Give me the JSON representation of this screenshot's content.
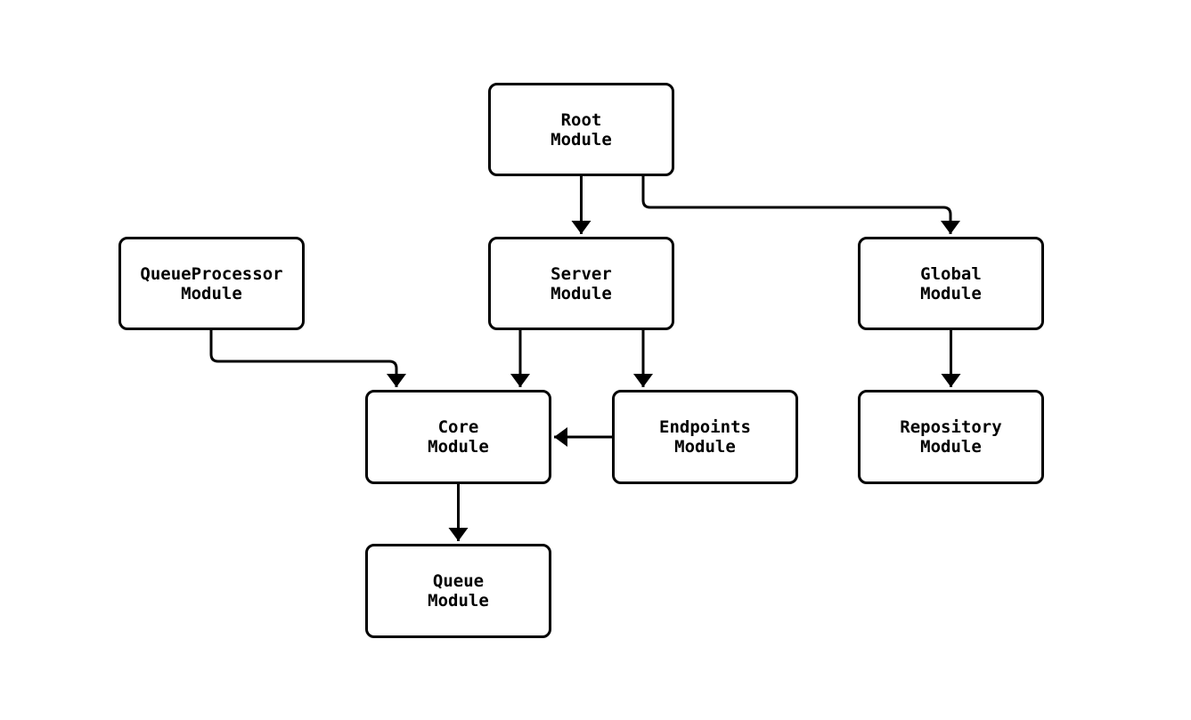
{
  "diagram": {
    "type": "flowchart",
    "background_color": "#ffffff",
    "node_fill_color": "#ffffff",
    "node_border_color": "#000000",
    "edge_color": "#000000",
    "nodes": [
      {
        "id": "root",
        "label": "Root\nModule"
      },
      {
        "id": "queueprocessor",
        "label": "QueueProcessor\nModule"
      },
      {
        "id": "server",
        "label": "Server\nModule"
      },
      {
        "id": "global",
        "label": "Global\nModule"
      },
      {
        "id": "core",
        "label": "Core\nModule"
      },
      {
        "id": "endpoints",
        "label": "Endpoints\nModule"
      },
      {
        "id": "repository",
        "label": "Repository\nModule"
      },
      {
        "id": "queue",
        "label": "Queue\nModule"
      }
    ],
    "edges": [
      {
        "from": "Root Module",
        "to": "Server Module"
      },
      {
        "from": "Root Module",
        "to": "Global Module"
      },
      {
        "from": "QueueProcessor Module",
        "to": "Core Module"
      },
      {
        "from": "Server Module",
        "to": "Core Module"
      },
      {
        "from": "Server Module",
        "to": "Endpoints Module"
      },
      {
        "from": "Endpoints Module",
        "to": "Core Module"
      },
      {
        "from": "Core Module",
        "to": "Queue Module"
      },
      {
        "from": "Global Module",
        "to": "Repository Module"
      }
    ]
  }
}
